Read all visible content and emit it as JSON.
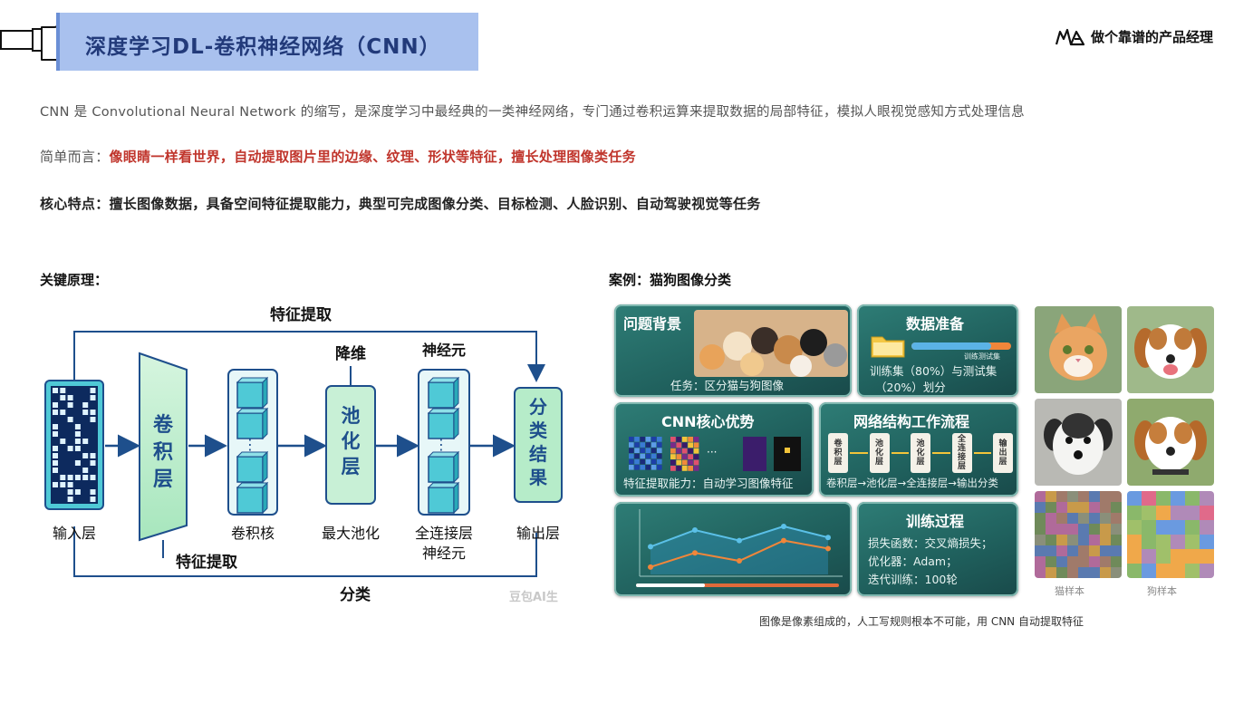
{
  "header": {
    "title": "深度学习DL-卷积神经网络（CNN）",
    "brand_text": "做个靠谱的产品经理"
  },
  "intro": {
    "line1": "CNN 是 Convolutional Neural Network 的缩写，是深度学习中最经典的一类神经网络，专门通过卷积运算来提取数据的局部特征，模拟人眼视觉感知方式处理信息",
    "line2_prefix": "简单而言：",
    "line2_highlight": "像眼睛一样看世界，自动提取图片里的边缘、纹理、形状等特征，擅长处理图像类任务",
    "line3": "核心特点：擅长图像数据，具备空间特征提取能力，典型可完成图像分类、目标检测、人脸识别、自动驾驶视觉等任务"
  },
  "principle": {
    "label": "关键原理：",
    "top_arrow_label": "特征提取",
    "bottom_arrow_label": "分类",
    "conv_bottom_label": "特征提取",
    "pool_top_label": "降维",
    "fc_top_label": "神经元",
    "blocks": {
      "input": "输入层",
      "conv_inner": "卷积层",
      "kernel": "卷积核",
      "pool_inner": "池化层",
      "pool": "最大池化",
      "fc": "全连接层",
      "fc_sub": "神经元",
      "out_inner": "分类结果",
      "out": "输出层"
    },
    "watermark": "豆包AI生"
  },
  "case": {
    "label": "案例：猫狗图像分类",
    "card_background": {
      "title": "问题背景",
      "body": "任务：区分猫与狗图像"
    },
    "card_data": {
      "title": "数据准备",
      "bar_label": "训练测试集",
      "body_line1": "训练集（80%）与测试集",
      "body_line2": "（20%）划分",
      "train_ratio": 0.8
    },
    "card_cnn": {
      "title": "CNN核心优势",
      "ellipsis": "···",
      "body": "特征提取能力：自动学习图像特征"
    },
    "card_flow": {
      "title": "网络结构工作流程",
      "steps": [
        "卷积层",
        "池化层",
        "池化层",
        "全连接层",
        "输出层"
      ],
      "body": "卷积层→池化层→全连接层→输出分类"
    },
    "card_training": {
      "title": "训练过程",
      "line1": "损失函数：交叉熵损失；",
      "line2": "优化器：Adam；",
      "line3": "迭代训练：100轮"
    },
    "chart": {
      "orange_series": [
        0.12,
        0.35,
        0.22,
        0.55,
        0.42
      ],
      "blue_series": [
        0.45,
        0.72,
        0.55,
        0.78,
        0.6
      ],
      "progress": 0.34
    },
    "photo_labels": [
      "猫样本",
      "狗样本"
    ],
    "caption": "图像是像素组成的，人工写规则根本不可能，用 CNN 自动提取特征"
  },
  "colors": {
    "banner": "#a9c1ee",
    "title_text": "#223a7a",
    "highlight_red": "#c0352c",
    "diagram_blue": "#1e4f8c",
    "diagram_cyan": "#4fc9d6",
    "diagram_green": "#b6ecc9",
    "card_teal": "#1f5f5c"
  }
}
